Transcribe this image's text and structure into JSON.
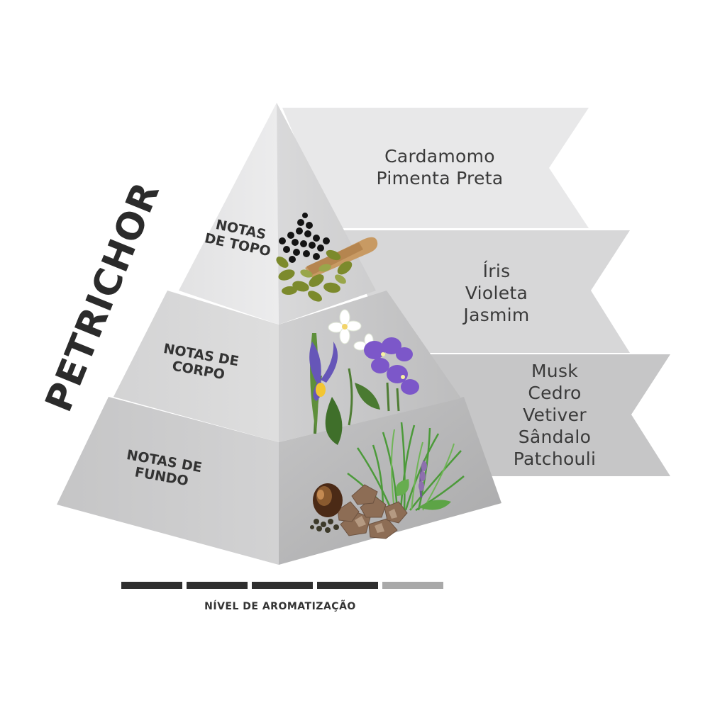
{
  "brand": {
    "name": "PETRICHOR"
  },
  "pyramid": {
    "top": {
      "label_line1": "NOTAS",
      "label_line2": "DE TOPO",
      "notes": [
        "Cardamomo",
        "Pimenta Preta"
      ],
      "image_icon": "cardamom-pepper-scoop-icon"
    },
    "heart": {
      "label_line1": "NOTAS DE",
      "label_line2": "CORPO",
      "notes": [
        "Íris",
        "Violeta",
        "Jasmim"
      ],
      "image_icon": "iris-violet-jasmine-flowers-icon"
    },
    "base": {
      "label_line1": "NOTAS DE",
      "label_line2": "FUNDO",
      "notes": [
        "Musk",
        "Cedro",
        "Vetiver",
        "Sândalo",
        "Patchouli"
      ],
      "image_icon": "woods-grass-resin-icon"
    }
  },
  "intensity": {
    "caption": "NÍVEL DE AROMATIZAÇÃO",
    "level": 4,
    "max": 5
  },
  "colors": {
    "ribbon_top": "#e8e8e9",
    "ribbon_mid": "#d7d7d8",
    "ribbon_low": "#c6c6c7",
    "text": "#3a3a3a",
    "meter_on": "#2f2f2f",
    "meter_off": "#a9a9a9"
  }
}
